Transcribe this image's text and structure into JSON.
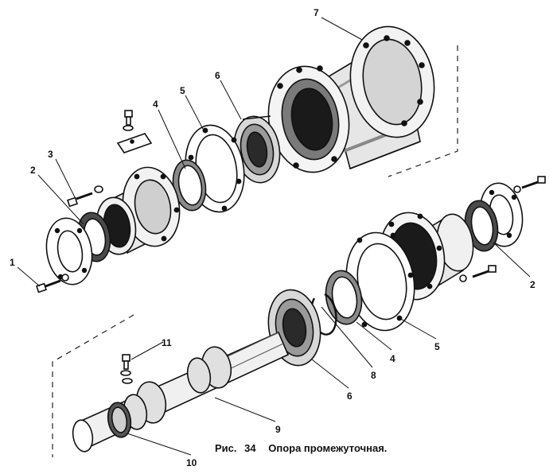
{
  "caption": {
    "prefix": "Рис.",
    "number": "34",
    "title": "Опора промежуточная."
  },
  "callouts": [
    "1",
    "2",
    "3",
    "4",
    "5",
    "6",
    "7",
    "2",
    "5",
    "4",
    "8",
    "6",
    "9",
    "10",
    "11"
  ]
}
